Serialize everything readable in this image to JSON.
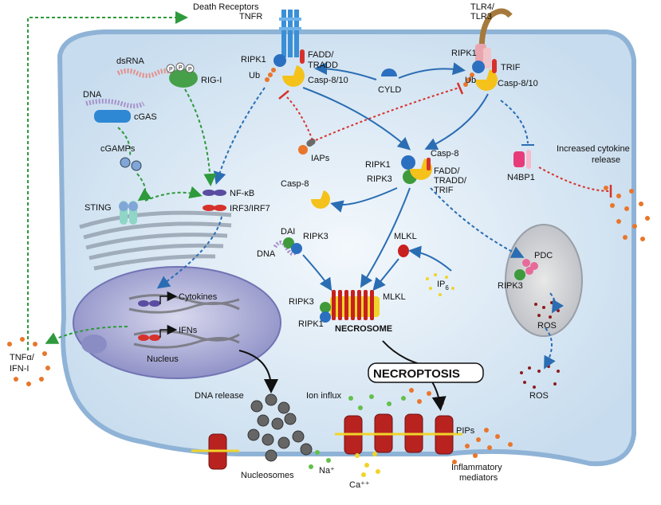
{
  "labels": {
    "death_receptors": "Death Receptors",
    "tnfr": "TNFR",
    "tlr": "TLR4/",
    "tlr2": "TLR3",
    "ripk1_left": "RIPK1",
    "fadd_tradd_1": "FADD/",
    "fadd_tradd_2": "TRADD",
    "ub_left": "Ub",
    "casp810_left": "Casp-8/10",
    "cyld": "CYLD",
    "ripk1_right": "RIPK1",
    "trif_right": "TRIF",
    "ub_right": "Ub",
    "casp810_right": "Casp-8/10",
    "dsrna": "dsRNA",
    "rigi": "RIG-I",
    "dna_top": "DNA",
    "cgas": "cGAS",
    "cgamps": "cGAMPs",
    "sting": "STING",
    "nfkb": "NF-κB",
    "irf": "IRF3/IRF7",
    "iaps": "IAPs",
    "casp8_free": "Casp-8",
    "ripk1_complex": "RIPK1",
    "ripk3_complex": "RIPK3",
    "casp8_complex": "Casp-8",
    "fadd_complex_1": "FADD/",
    "fadd_complex_2": "TRADD/",
    "fadd_complex_3": "TRIF",
    "n4bp1": "N4BP1",
    "increased_1": "Increased cytokine",
    "increased_2": "release",
    "dai": "DAI",
    "ripk3_dai": "RIPK3",
    "dna_dai": "DNA",
    "mlkl_free": "MLKL",
    "ip": "IP",
    "ip_sub": "6",
    "pdc": "PDC",
    "ripk3_mito": "RIPK3",
    "ros_mito": "ROS",
    "ros_out": "ROS",
    "ripk3_necro": "RIPK3",
    "mlkl_necro": "MLKL",
    "ripk1_necro": "RIPK1",
    "necrosome": "NECROSOME",
    "cytokines": "Cytokines",
    "ifns": "IFNs",
    "nucleus": "Nucleus",
    "tnfa_1": "TNFα/",
    "tnfa_2": "IFN-I",
    "necroptosis": "NECROPTOSIS",
    "dna_release": "DNA release",
    "ion_influx": "Ion influx",
    "nucleosomes": "Nucleosomes",
    "na": "Na⁺",
    "ca": "Ca⁺⁺",
    "pips": "PIPs",
    "inflam_1": "Inflammatory",
    "inflam_2": "mediators",
    "p": "P"
  },
  "colors": {
    "cell_fill": "#dbe9f5",
    "cell_edge": "#8fb3d6",
    "arrow_blue": "#2a6db3",
    "inhibit_red": "#d6322c",
    "activate_green": "#2e9a3c",
    "casp_yellow": "#f4c21a",
    "ripk1_blue": "#2b6fc0",
    "ripk3_green": "#3f9a3c",
    "mlkl_red": "#c8201e",
    "orange_dots": "#e8762b"
  }
}
